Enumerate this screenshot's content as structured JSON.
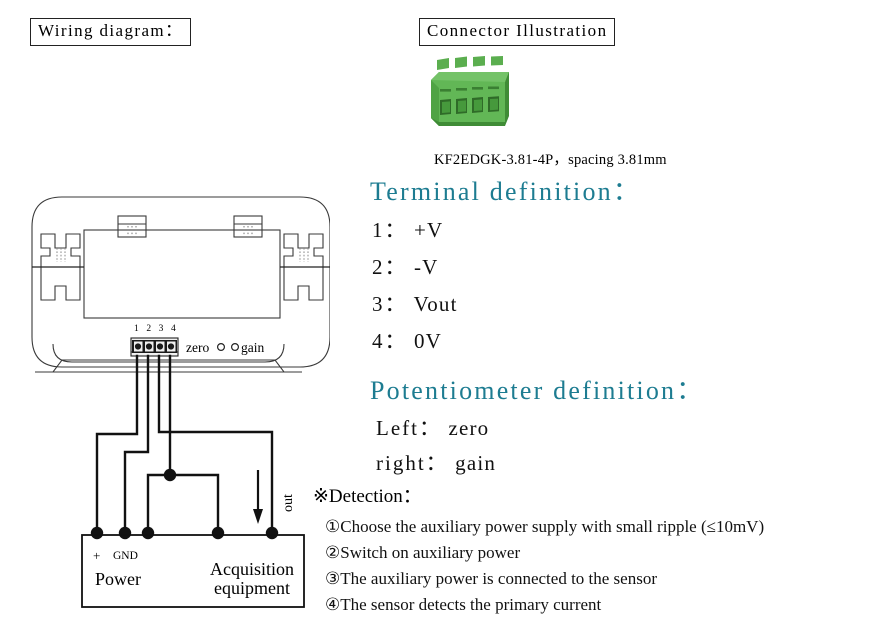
{
  "headers": {
    "wiring": "Wiring diagram：",
    "connector": "Connector Illustration"
  },
  "connector": {
    "icon": "green-4pin-terminal-block",
    "body_color": "#5bae4f",
    "shadow_color": "#3d8a35",
    "caption": "KF2EDGK-3.81-4P，spacing 3.81mm",
    "pin_count": 4
  },
  "terminal_definition": {
    "heading": "Terminal definition：",
    "heading_color": "#1d7c91",
    "items": [
      {
        "key": "1：",
        "value": "+V"
      },
      {
        "key": "2：",
        "value": "-V"
      },
      {
        "key": "3：",
        "value": "Vout"
      },
      {
        "key": "4：",
        "value": "0V"
      }
    ]
  },
  "potentiometer_definition": {
    "heading": "Potentiometer definition：",
    "heading_color": "#1d7c91",
    "items": [
      {
        "key": "Left：",
        "value": "zero"
      },
      {
        "key": "right：",
        "value": "gain"
      }
    ]
  },
  "detection": {
    "marker": "※",
    "title": "Detection：",
    "steps": [
      "①Choose the auxiliary power supply with small ripple (≤10mV)",
      "②Switch on auxiliary power",
      "③The auxiliary power is connected to the sensor",
      "④The sensor detects the primary current"
    ]
  },
  "sensor": {
    "pin_numbers": "1 2 3 4",
    "pot_left_label": "zero",
    "pot_right_label": "gain",
    "terminal_pin_count": 4
  },
  "circuit": {
    "power_label": "Power",
    "power_plus": "+",
    "power_gnd": "GND",
    "acquisition_label_line1": "Acquisition",
    "acquisition_label_line2": "equipment",
    "out_label": "out",
    "wire_color": "#111111",
    "node_count": 6
  }
}
